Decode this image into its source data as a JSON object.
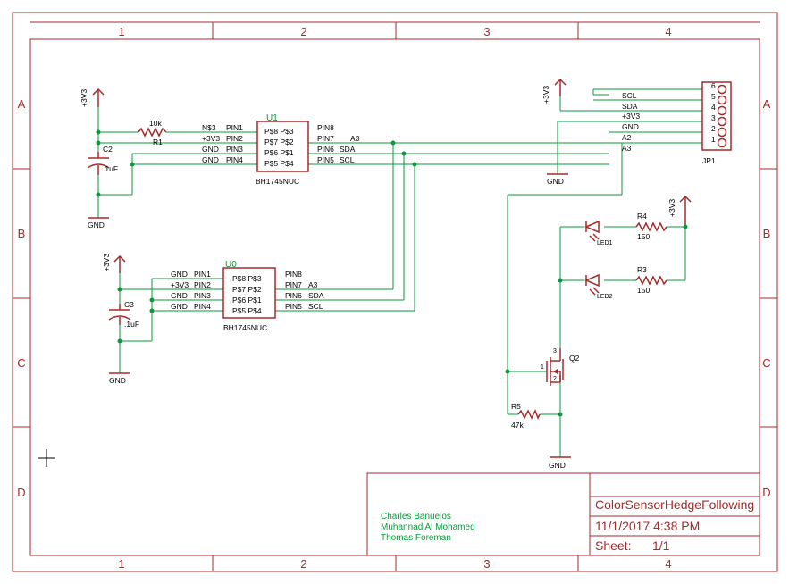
{
  "frame": {
    "columns": [
      "1",
      "2",
      "3",
      "4"
    ],
    "rows": [
      "A",
      "B",
      "C",
      "D"
    ]
  },
  "labels": {
    "vcc": "+3V3",
    "gnd": "GND"
  },
  "sensor_u1": {
    "ref": "U1",
    "value": "BH1745NUC",
    "left_pins": [
      "P$8 P$3",
      "P$7 P$2",
      "P$6 P$1",
      "P$5 P$4"
    ],
    "left_pin_names": [
      "PIN1",
      "PIN2",
      "PIN3",
      "PIN4"
    ],
    "left_nets": [
      "N$3",
      "+3V3",
      "GND",
      "GND"
    ],
    "right_pin_names": [
      "PIN8",
      "PIN7",
      "PIN6",
      "PIN5"
    ],
    "right_nets": [
      "",
      "A3",
      "SDA",
      "SCL"
    ]
  },
  "sensor_u0": {
    "ref": "U0",
    "value": "BH1745NUC",
    "left_pins": [
      "P$8 P$3",
      "P$7 P$2",
      "P$6 P$1",
      "P$5 P$4"
    ],
    "left_pin_names": [
      "PIN1",
      "PIN2",
      "PIN3",
      "PIN4"
    ],
    "left_nets": [
      "GND",
      "+3V3",
      "GND",
      "GND"
    ],
    "right_pin_names": [
      "PIN8",
      "PIN7",
      "PIN6",
      "PIN5"
    ],
    "right_nets": [
      "",
      "A3",
      "SDA",
      "SCL"
    ]
  },
  "r1": {
    "ref": "R1",
    "value": "10k"
  },
  "c2": {
    "ref": "C2",
    "value": ".1uF"
  },
  "c3": {
    "ref": "C3",
    "value": ".1uF"
  },
  "connector": {
    "ref": "JP1",
    "pins": [
      "6",
      "5",
      "4",
      "3",
      "2",
      "1"
    ],
    "nets": [
      "SCL",
      "SDA",
      "+3V3",
      "GND",
      "A2",
      "A3"
    ]
  },
  "r4": {
    "ref": "R4",
    "value": "150"
  },
  "r3": {
    "ref": "R3",
    "value": "150"
  },
  "r5": {
    "ref": "R5",
    "value": "47k"
  },
  "led1": {
    "ref": "LED1"
  },
  "led2": {
    "ref": "LED2"
  },
  "q2": {
    "ref": "Q2",
    "pins": [
      "3",
      "1",
      "2"
    ]
  },
  "title_block": {
    "authors": [
      "Charles Banuelos",
      "Muhannad Al Mohamed",
      "Thomas Foreman"
    ],
    "drawing_title": "ColorSensorHedgeFollowing",
    "date": "11/1/2017 4:38 PM",
    "sheet_label": "Sheet:",
    "sheet_value": "1/1"
  }
}
